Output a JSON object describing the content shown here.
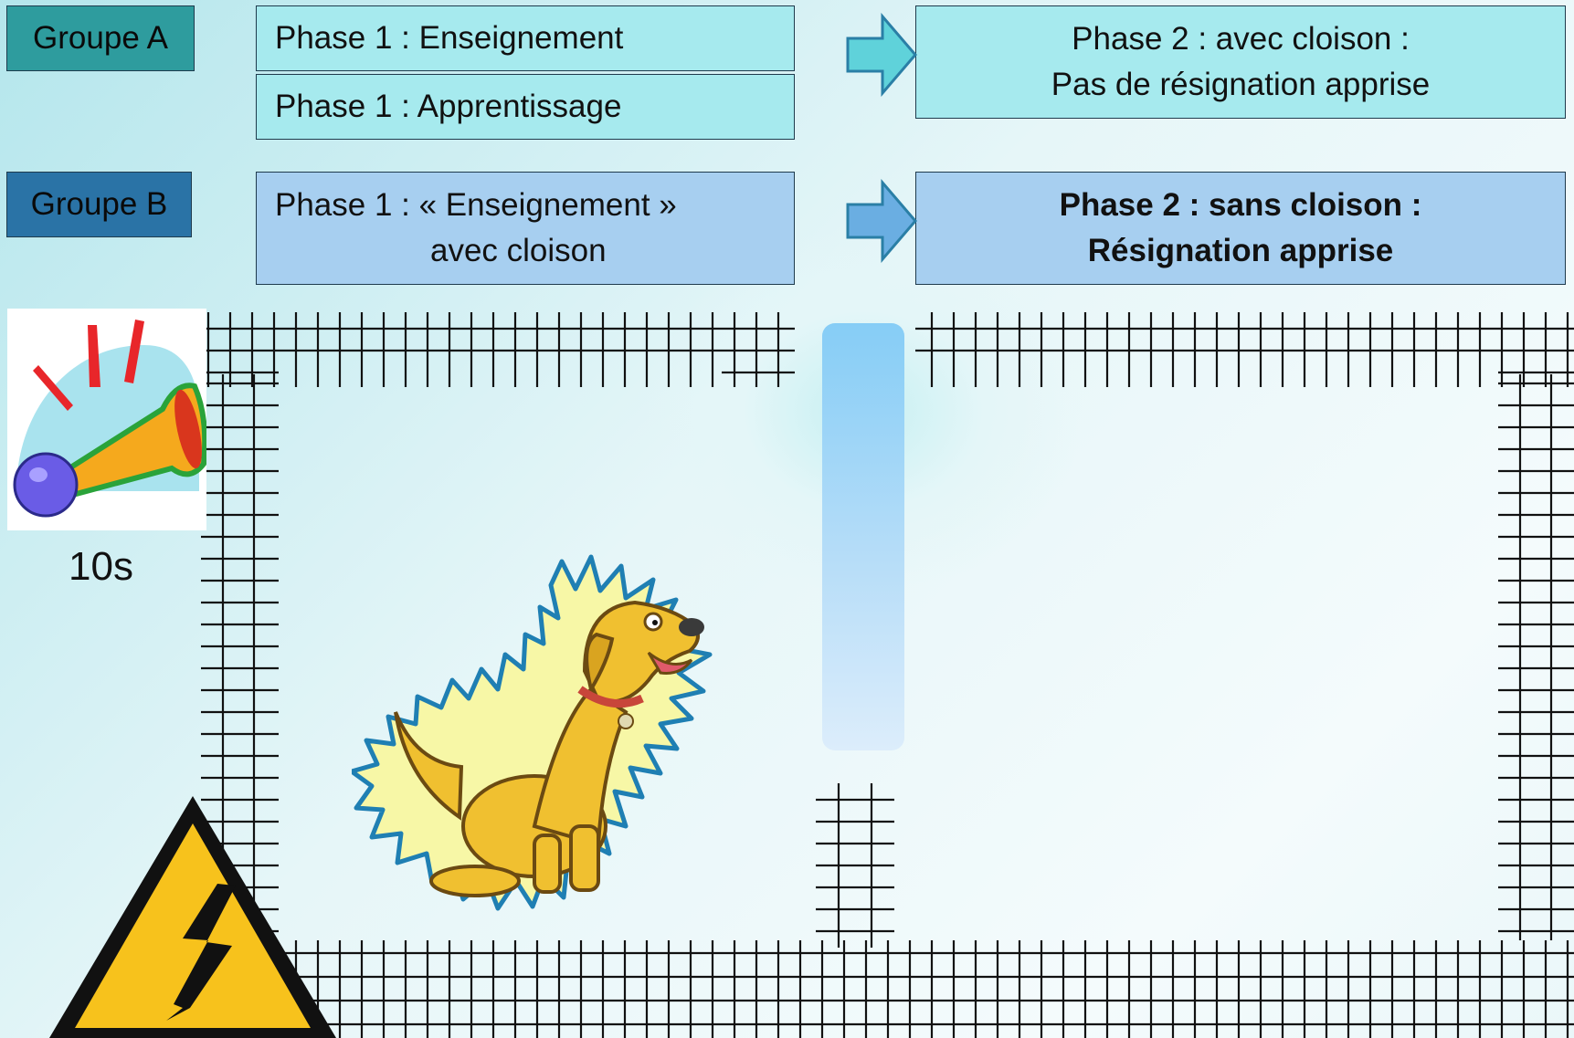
{
  "groupA": {
    "label": "Groupe A",
    "phase1_line1": "Phase 1 : Enseignement",
    "phase1_line2": "Phase 1 : Apprentissage",
    "phase2_line1": "Phase 2 : avec cloison :",
    "phase2_line2": "Pas de résignation apprise"
  },
  "groupB": {
    "label": "Groupe B",
    "phase1_line1": "Phase 1 : « Enseignement »",
    "phase1_line2": "avec cloison",
    "phase2_line1": "Phase 2 : sans cloison :",
    "phase2_line2": "Résignation apprise"
  },
  "stimulus": {
    "duration": "10s",
    "horn_icon": "horn-icon",
    "warning_icon": "electric-shock-warning-icon",
    "dog_icon": "shocked-dog-icon"
  },
  "colors": {
    "groupA": "#2e9c9e",
    "groupB": "#2a73a6",
    "phaseA": "#a6eaee",
    "phaseB": "#a7cff0",
    "partition": "#9fd4f6",
    "warning": "#f7c21c"
  }
}
